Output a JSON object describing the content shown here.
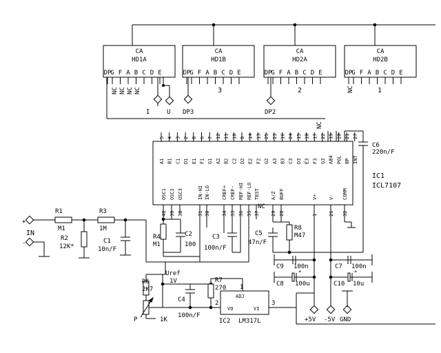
{
  "displays": [
    {
      "ca": "CA",
      "name": "HD1A",
      "pins": [
        "DP",
        "G",
        "F",
        "A",
        "B",
        "C",
        "D",
        "E"
      ]
    },
    {
      "ca": "CA",
      "name": "HD1B",
      "pins": [
        "DP",
        "G",
        "F",
        "A",
        "B",
        "C",
        "D",
        "E"
      ]
    },
    {
      "ca": "CA",
      "name": "HD2A",
      "pins": [
        "DP",
        "G",
        "F",
        "A",
        "B",
        "C",
        "D",
        "E"
      ]
    },
    {
      "ca": "CA",
      "name": "HD2B",
      "pins": [
        "DP",
        "G",
        "F",
        "A",
        "B",
        "C",
        "D",
        "E"
      ]
    }
  ],
  "display_labels": {
    "nc": "NC",
    "i": "I",
    "u": "U",
    "dp3": "DP3",
    "dp2": "DP2",
    "d3": "3",
    "d2": "2",
    "d1": "1"
  },
  "ic1": {
    "ref": "IC1",
    "part": "ICL7107",
    "top_pins": [
      "5",
      "4",
      "3",
      "2",
      "8",
      "6",
      "7",
      "12",
      "11",
      "10",
      "9",
      "14",
      "13",
      "25",
      "23",
      "16",
      "24",
      "15",
      "18",
      "17",
      "22",
      "19",
      "20",
      "21",
      "27"
    ],
    "top_names": [
      "A1",
      "B1",
      "C1",
      "D1",
      "E1",
      "F1",
      "G1",
      "A2",
      "B2",
      "C2",
      "D2",
      "E2",
      "F2",
      "G2",
      "A3",
      "B3",
      "C3",
      "D3",
      "E3",
      "F3",
      "G3",
      "AB4",
      "POL",
      "BP",
      "INT"
    ],
    "bottom_names": [
      "OSC1",
      "OSC2",
      "OSC3",
      "IN-HI",
      "IN-LO",
      "CREF+",
      "CREF-",
      "REF-HI",
      "REF-LO",
      "TEST",
      "A/Z",
      "BUFF",
      "V+",
      "V-",
      "COMM"
    ],
    "bottom_pins": [
      "40",
      "39",
      "38",
      "31",
      "30",
      "34",
      "33",
      "36",
      "35",
      "37",
      "29",
      "28",
      "1",
      "26",
      "32"
    ],
    "nc": "NC"
  },
  "components": {
    "r1": {
      "ref": "R1",
      "val": "M1"
    },
    "r2": {
      "ref": "R2",
      "val": "12K*"
    },
    "r3": {
      "ref": "R3",
      "val": "1M"
    },
    "r4": {
      "ref": "R4",
      "val": "M1"
    },
    "r6": {
      "ref": "R6",
      "val": "2K7"
    },
    "r7": {
      "ref": "R7",
      "val": "270"
    },
    "r8": {
      "ref": "R8",
      "val": "M47"
    },
    "c1": {
      "ref": "C1",
      "val": "10n/F"
    },
    "c2": {
      "ref": "C2",
      "val": "100"
    },
    "c3": {
      "ref": "C3",
      "val": "100n/F"
    },
    "c4": {
      "ref": "C4",
      "val": "100n/F"
    },
    "c5": {
      "ref": "C5",
      "val": "47n/F"
    },
    "c6": {
      "ref": "C6",
      "val": "220n/F"
    },
    "c7": {
      "ref": "C7",
      "val": "100n"
    },
    "c8": {
      "ref": "C8",
      "val": "100u"
    },
    "c9": {
      "ref": "C9",
      "val": "100n"
    },
    "c10": {
      "ref": "C10",
      "val": "10u"
    },
    "pot": {
      "ref": "P",
      "val": "1K"
    },
    "ic2": {
      "ref": "IC2",
      "part": "LM317L",
      "adj": "ADJ",
      "vo": "VO",
      "vi": "VI",
      "pin1": "1",
      "pin2": "2",
      "pin3": "3"
    }
  },
  "labels": {
    "in": "IN",
    "plus": "+",
    "minus": "-",
    "uref": "Uref",
    "uref_val": "1V",
    "p5v": "+5V",
    "m5v": "-5V",
    "gnd": "GND",
    "cap_plus": "+"
  }
}
